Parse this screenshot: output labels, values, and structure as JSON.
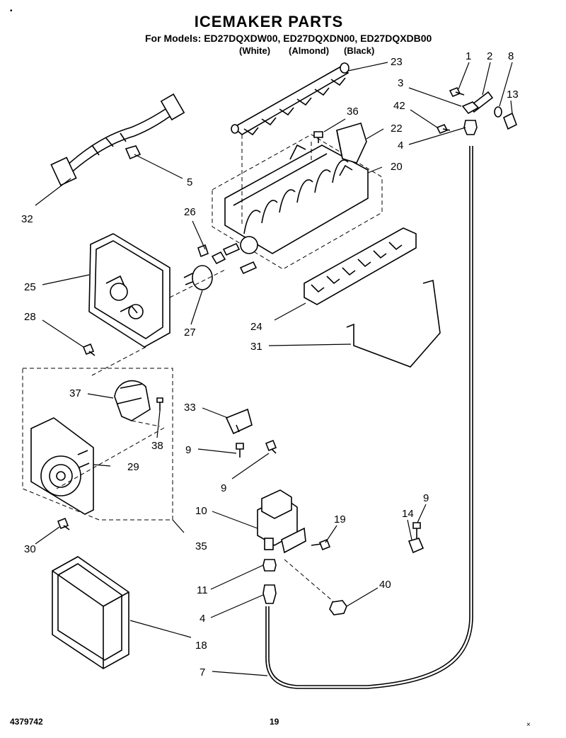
{
  "header": {
    "title": "ICEMAKER PARTS",
    "subtitle": "For Models: ED27DQXDW00, ED27DQXDN00, ED27DQXDB00",
    "color_white": "(White)",
    "color_almond": "(Almond)",
    "color_black": "(Black)"
  },
  "footer": {
    "doc_number": "4379742",
    "page_number": "19"
  },
  "callouts": {
    "c1": "1",
    "c2": "2",
    "c8": "8",
    "c3": "3",
    "c13": "13",
    "c42": "42",
    "c4a": "4",
    "c23": "23",
    "c36": "36",
    "c22": "22",
    "c20": "20",
    "c5": "5",
    "c32": "32",
    "c26": "26",
    "c25": "25",
    "c28": "28",
    "c27": "27",
    "c24": "24",
    "c31": "31",
    "c37": "37",
    "c33": "33",
    "c38": "38",
    "c9a": "9",
    "c9b": "9",
    "c29": "29",
    "c30": "30",
    "c35": "35",
    "c10": "10",
    "c19": "19",
    "c14": "14",
    "c9c": "9",
    "c11": "11",
    "c40": "40",
    "c4b": "4",
    "c18": "18",
    "c7": "7"
  }
}
